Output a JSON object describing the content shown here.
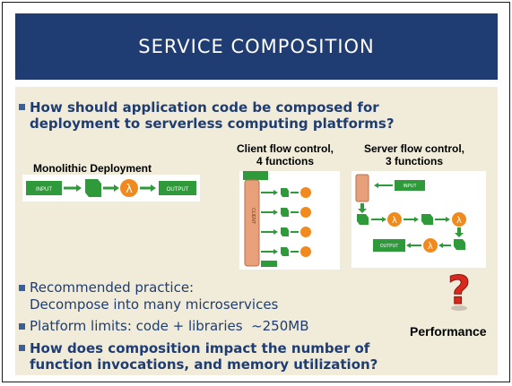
{
  "slide": {
    "title": "SERVICE COMPOSITION",
    "bullets": [
      {
        "text_line1": "How should application code be composed for",
        "text_line2": "deployment to serverless computing platforms?"
      },
      {
        "text_line1": "Recommended practice:",
        "text_line2": "Decompose into many microservices"
      },
      {
        "text_line1": "Platform limits: code + libraries  ~250MB"
      },
      {
        "text_line1": "How does composition impact the number of",
        "text_line2": "function invocations, and memory utilization?"
      }
    ],
    "diagrams": {
      "monolithic_label": "Monolithic Deployment",
      "client_label_line1": "Client flow control,",
      "client_label_line2": "4 functions",
      "server_label_line1": "Server flow control,",
      "server_label_line2": "3 functions",
      "input_label": "INPUT",
      "output_label": "OUTPUT",
      "client_column_label": "CLIENT",
      "lambda_symbol": "λ"
    },
    "performance_label": "Performance",
    "question_symbol": "?",
    "colors": {
      "title_bg": "#1f3d73",
      "content_bg": "#f0ecd9",
      "text": "#1f3d73",
      "green": "#2e9a3a",
      "lambda_orange": "#f08a1f",
      "client_column": "#e8a07a",
      "question_red": "#d9281e"
    }
  }
}
